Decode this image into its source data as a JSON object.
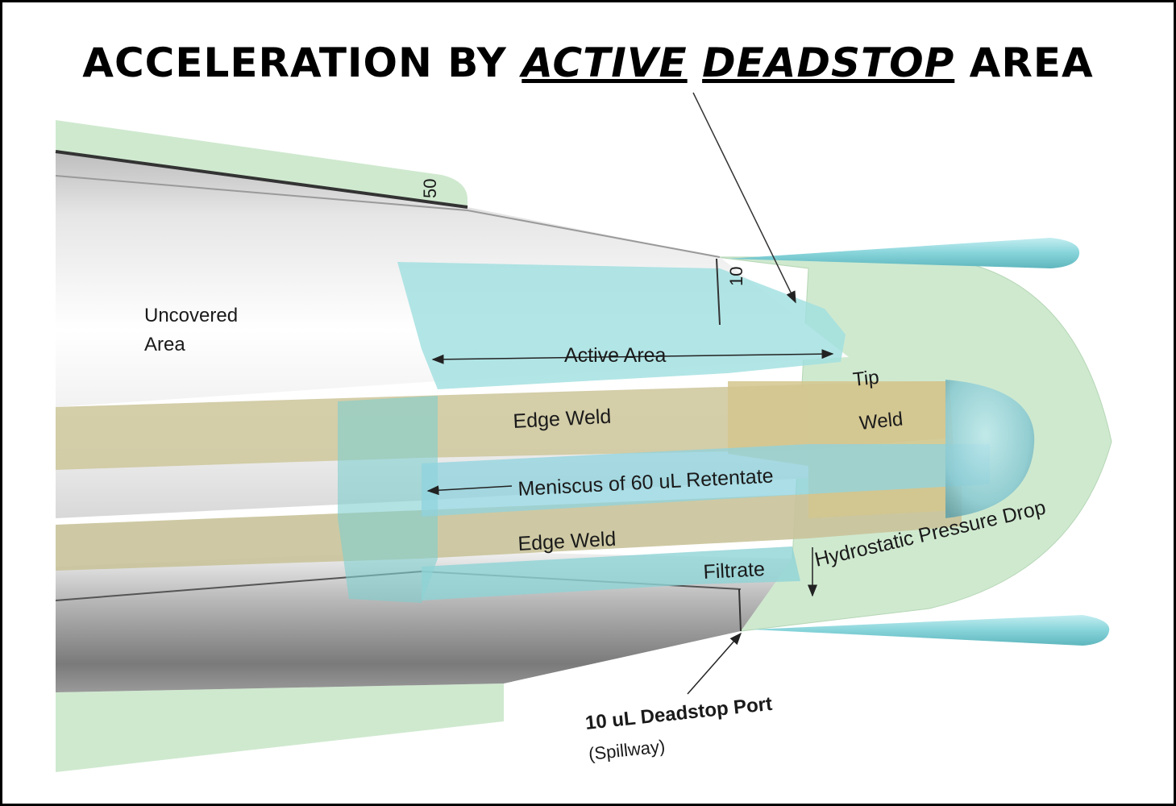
{
  "title": {
    "prefix": "ACCELERATION BY ",
    "active": "ACTIVE",
    "space": " ",
    "deadstop": "DEADSTOP",
    "suffix": " AREA"
  },
  "labels": {
    "uncovered_line1": "Uncovered",
    "uncovered_line2": "Area",
    "active_area": "Active Area",
    "tip": "Tip",
    "weld": "Weld",
    "edge_weld_top": "Edge Weld",
    "meniscus": "Meniscus of 60 uL Retentate",
    "edge_weld_bottom": "Edge Weld",
    "filtrate": "Filtrate",
    "hydrostatic": "Hydrostatic Pressure Drop",
    "deadstop_port": "10 uL Deadstop Port",
    "spillway": "(Spillway)",
    "mark_50": "50",
    "mark_10": "10"
  },
  "colors": {
    "outer_sheath": "#cfe9cf",
    "body_gray": "#c8c8c8",
    "cyan_sleeve": "#9fdfe0",
    "weld_tan": "#cfc9a0",
    "needle_cyan": "#7fd0d6",
    "meniscus_blue": "#8fd3df"
  }
}
